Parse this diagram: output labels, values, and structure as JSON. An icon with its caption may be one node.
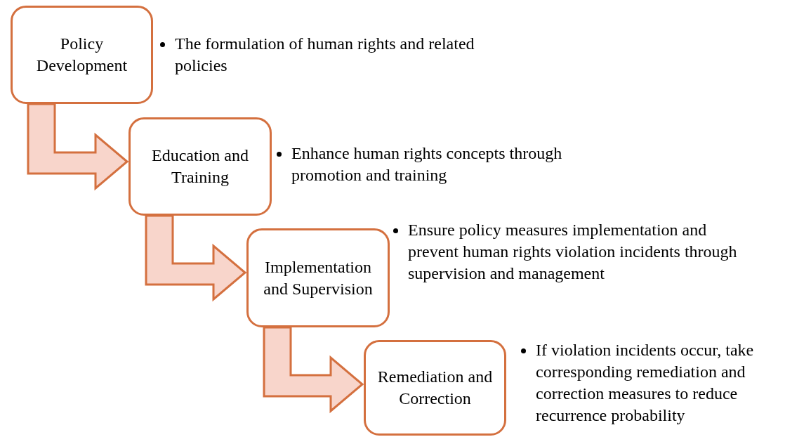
{
  "diagram": {
    "nodes": [
      {
        "text": [
          "Policy Development"
        ],
        "beside": [
          "The formulation of human rights and related policies"
        ]
      },
      {
        "text": [
          "Education and Training"
        ],
        "beside": [
          "Enhance human rights concepts through promotion and training"
        ]
      },
      {
        "text": [
          "Implementation and Supervision"
        ],
        "beside": [
          "Ensure policy measures implementation and prevent human rights violation incidents through supervision and management"
        ]
      },
      {
        "text": [
          "Remediation and Correction"
        ],
        "beside": [
          "If violation incidents occur, take corresponding remediation and correction measures to reduce recurrence probability"
        ]
      }
    ],
    "edges": [
      {
        "from": 0,
        "to": 1,
        "arrow": "to"
      },
      {
        "from": 1,
        "to": 2,
        "arrow": "to"
      },
      {
        "from": 2,
        "to": 3,
        "arrow": "to"
      }
    ]
  }
}
